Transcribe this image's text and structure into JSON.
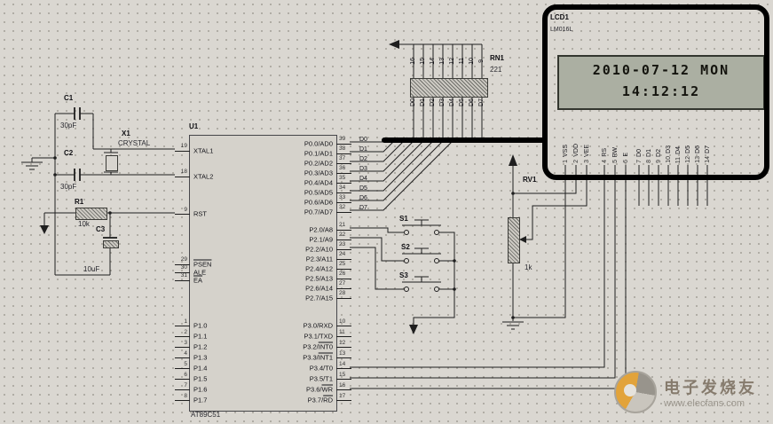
{
  "u1": {
    "ref": "U1",
    "part": "AT89C51",
    "xtal_pins": [
      {
        "num": "19",
        "base": "XTAL1",
        "ov": ""
      },
      {
        "num": "18",
        "base": "XTAL2",
        "ov": ""
      }
    ],
    "rst_pins": [
      {
        "num": "9",
        "base": "RST",
        "ov": ""
      }
    ],
    "ctrl_pins": [
      {
        "num": "29",
        "base": "",
        "ov": "PSEN"
      },
      {
        "num": "30",
        "base": "ALE",
        "ov": ""
      },
      {
        "num": "31",
        "base": "",
        "ov": "EA"
      }
    ],
    "p1_pins": [
      {
        "num": "1",
        "base": "P1.0",
        "ov": ""
      },
      {
        "num": "2",
        "base": "P1.1",
        "ov": ""
      },
      {
        "num": "3",
        "base": "P1.2",
        "ov": ""
      },
      {
        "num": "4",
        "base": "P1.3",
        "ov": ""
      },
      {
        "num": "5",
        "base": "P1.4",
        "ov": ""
      },
      {
        "num": "6",
        "base": "P1.5",
        "ov": ""
      },
      {
        "num": "7",
        "base": "P1.6",
        "ov": ""
      },
      {
        "num": "8",
        "base": "P1.7",
        "ov": ""
      }
    ],
    "p0_pins": [
      {
        "num": "39",
        "base": "P0.0/AD0",
        "ov": "",
        "net": "D0"
      },
      {
        "num": "38",
        "base": "P0.1/AD1",
        "ov": "",
        "net": "D1"
      },
      {
        "num": "37",
        "base": "P0.2/AD2",
        "ov": "",
        "net": "D2"
      },
      {
        "num": "36",
        "base": "P0.3/AD3",
        "ov": "",
        "net": "D3"
      },
      {
        "num": "35",
        "base": "P0.4/AD4",
        "ov": "",
        "net": "D4"
      },
      {
        "num": "34",
        "base": "P0.5/AD5",
        "ov": "",
        "net": "D5"
      },
      {
        "num": "33",
        "base": "P0.6/AD6",
        "ov": "",
        "net": "D6"
      },
      {
        "num": "32",
        "base": "P0.7/AD7",
        "ov": "",
        "net": "D7"
      }
    ],
    "p2_pins": [
      {
        "num": "21",
        "base": "P2.0/A8",
        "ov": ""
      },
      {
        "num": "22",
        "base": "P2.1/A9",
        "ov": ""
      },
      {
        "num": "23",
        "base": "P2.2/A10",
        "ov": ""
      },
      {
        "num": "24",
        "base": "P2.3/A11",
        "ov": ""
      },
      {
        "num": "25",
        "base": "P2.4/A12",
        "ov": ""
      },
      {
        "num": "26",
        "base": "P2.5/A13",
        "ov": ""
      },
      {
        "num": "27",
        "base": "P2.6/A14",
        "ov": ""
      },
      {
        "num": "28",
        "base": "P2.7/A15",
        "ov": ""
      }
    ],
    "p3_pins": [
      {
        "num": "10",
        "base": "P3.0/RXD",
        "ov": ""
      },
      {
        "num": "11",
        "base": "P3.1/TXD",
        "ov": ""
      },
      {
        "num": "12",
        "base": "P3.2/",
        "ov": "INT0"
      },
      {
        "num": "13",
        "base": "P3.3/",
        "ov": "INT1"
      },
      {
        "num": "14",
        "base": "P3.4/T0",
        "ov": ""
      },
      {
        "num": "15",
        "base": "P3.5/T1",
        "ov": ""
      },
      {
        "num": "16",
        "base": "P3.6/",
        "ov": "WR"
      },
      {
        "num": "17",
        "base": "P3.7/",
        "ov": "RD"
      }
    ]
  },
  "lcd": {
    "ref": "LCD1",
    "part": "LM016L",
    "line1": "2010-07-12 MON",
    "line2": "14:12:12",
    "power_pins": [
      {
        "num": "1",
        "name": "VSS"
      },
      {
        "num": "2",
        "name": "VDD"
      },
      {
        "num": "3",
        "name": "VEE"
      }
    ],
    "ctrl_pins": [
      {
        "num": "4",
        "name": "RS"
      },
      {
        "num": "5",
        "name": "RW"
      },
      {
        "num": "6",
        "name": "E"
      }
    ],
    "data_pins": [
      {
        "num": "7",
        "name": "D0"
      },
      {
        "num": "8",
        "name": "D1"
      },
      {
        "num": "9",
        "name": "D2"
      },
      {
        "num": "10",
        "name": "D3"
      },
      {
        "num": "11",
        "name": "D4"
      },
      {
        "num": "12",
        "name": "D5"
      },
      {
        "num": "13",
        "name": "D6"
      },
      {
        "num": "14",
        "name": "D7"
      }
    ]
  },
  "rn1": {
    "ref": "RN1",
    "value": "221",
    "top_pin_numbers": [
      "16",
      "15",
      "14",
      "13",
      "12",
      "11",
      "10",
      "9"
    ],
    "bottom_net_labels": [
      "D0",
      "D1",
      "D2",
      "D3",
      "D4",
      "D5",
      "D6",
      "D7"
    ]
  },
  "rv1": {
    "ref": "RV1",
    "value": "1k"
  },
  "r1": {
    "ref": "R1",
    "value": "10k"
  },
  "c1": {
    "ref": "C1",
    "value": "30pF"
  },
  "c2": {
    "ref": "C2",
    "value": "30pF"
  },
  "c3": {
    "ref": "C3",
    "value": "10uF"
  },
  "x1": {
    "ref": "X1",
    "value": "CRYSTAL"
  },
  "buttons": [
    {
      "ref": "S1"
    },
    {
      "ref": "S2"
    },
    {
      "ref": "S3"
    }
  ],
  "watermark": {
    "title": "电子发烧友",
    "url": "www.elecfans.com"
  },
  "colors": {
    "lcd_screen": "#abafa2",
    "watermark_accent": "#e2a33a"
  }
}
